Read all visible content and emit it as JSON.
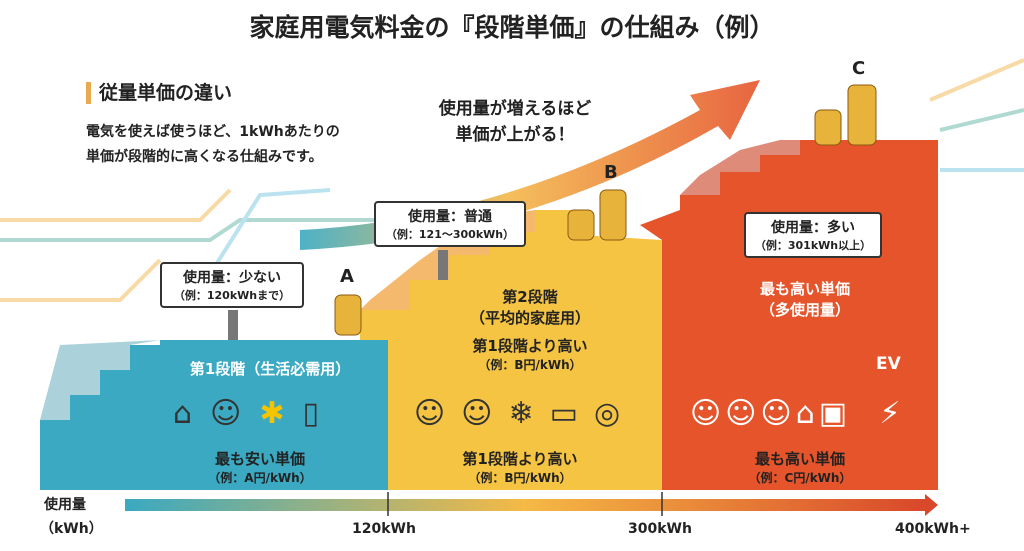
{
  "title": "家庭用電気料金の『段階単価』の仕組み（例）",
  "intro": {
    "heading": "従量単価の違い",
    "lines": [
      "電気を使えば使うほど、1kWhあたりの",
      "単価が段階的に高くなる仕組みです。"
    ]
  },
  "trend": {
    "lines": [
      "使用量が増えるほど",
      "単価が上がる！"
    ]
  },
  "tiers": [
    {
      "letter": "A",
      "sign_title": "使用量：少ない",
      "sign_sub": "（例：120kWhまで）",
      "name": "第1段階（生活必需用）",
      "price_label": "最も安い単価",
      "price": "（例：A円/kWh）",
      "color": "#3aa9c1"
    },
    {
      "letter": "B",
      "sign_title": "使用量：普通",
      "sign_sub": "（例：121〜300kWh）",
      "name": "第2段階",
      "name_sub": "（平均的家庭用）",
      "compare": "第1段階より高い",
      "compare_price": "（例：B円/kWh）",
      "price_label": "第1段階より高い",
      "price": "（例：B円/kWh）",
      "color": "#f6c443"
    },
    {
      "letter": "C",
      "sign_title": "使用量：多い",
      "sign_sub": "（例：301kWh以上）",
      "name": "最も高い単価",
      "name_sub": "（多使用量）",
      "ev_label": "EV",
      "price_label": "最も高い単価",
      "price": "（例：C円/kWh）",
      "color": "#e5542b"
    }
  ],
  "axis": {
    "label": "使用量",
    "unit": "（kWh）",
    "ticks": [
      "120kWh",
      "300kWh",
      "400kWh+"
    ]
  }
}
